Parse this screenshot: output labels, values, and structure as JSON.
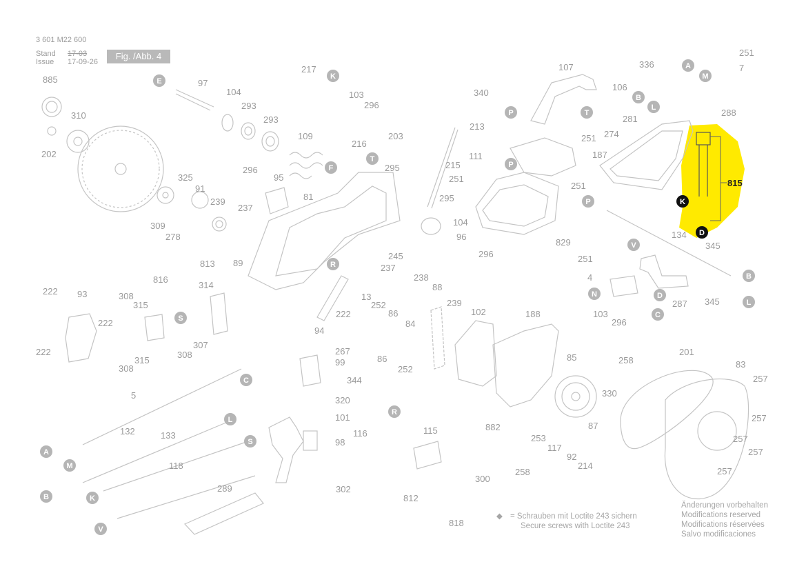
{
  "header": {
    "doc_number": "3 601 M22 600",
    "stand_label": "Stand",
    "issue_label": "Issue",
    "stand_value": "17-03",
    "issue_value": "17-09-26",
    "figure_label": "Fig. /Abb. 4"
  },
  "highlight": {
    "part": "815",
    "color": "#ffea00",
    "letters": [
      "K",
      "D"
    ]
  },
  "footnote": {
    "line1": "= Schrauben mit Loctite 243 sichern",
    "line2": "Secure screws with Loctite 243"
  },
  "disclaimer": [
    "Änderungen vorbehalten",
    "Modifications reserved",
    "Modifications réservées",
    "Salvo modificaciones"
  ],
  "part_numbers": [
    "885",
    "310",
    "202",
    "97",
    "104",
    "293",
    "293",
    "217",
    "103",
    "296",
    "203",
    "216",
    "213",
    "215",
    "109",
    "95",
    "296",
    "325",
    "91",
    "239",
    "237",
    "309",
    "278",
    "89",
    "81",
    "295",
    "295",
    "104",
    "96",
    "296",
    "245",
    "237",
    "238",
    "252",
    "13",
    "86",
    "84",
    "88",
    "239",
    "102",
    "222",
    "93",
    "308",
    "315",
    "222",
    "222",
    "308",
    "315",
    "308",
    "307",
    "816",
    "813",
    "314",
    "94",
    "222",
    "267",
    "99",
    "344",
    "5",
    "132",
    "133",
    "118",
    "289",
    "320",
    "101",
    "98",
    "302",
    "116",
    "115",
    "812",
    "300",
    "818",
    "86",
    "252",
    "882",
    "188",
    "85",
    "258",
    "103",
    "296",
    "330",
    "87",
    "253",
    "117",
    "92",
    "214",
    "258",
    "201",
    "83",
    "257",
    "257",
    "257",
    "257",
    "257",
    "340",
    "107",
    "106",
    "111",
    "251",
    "251",
    "251",
    "187",
    "829",
    "336",
    "281",
    "274",
    "288",
    "251",
    "7",
    "134",
    "345",
    "345",
    "251",
    "4",
    "287",
    "815"
  ],
  "letters": [
    "E",
    "K",
    "F",
    "T",
    "R",
    "S",
    "C",
    "L",
    "S",
    "A",
    "M",
    "B",
    "K",
    "V",
    "R",
    "P",
    "P",
    "T",
    "P",
    "V",
    "A",
    "M",
    "B",
    "L",
    "B",
    "L",
    "D",
    "N",
    "C",
    "K",
    "D"
  ],
  "colors": {
    "line": "#c2c2c2",
    "text": "#9a9a9a",
    "circle": "#b0b0b0"
  }
}
